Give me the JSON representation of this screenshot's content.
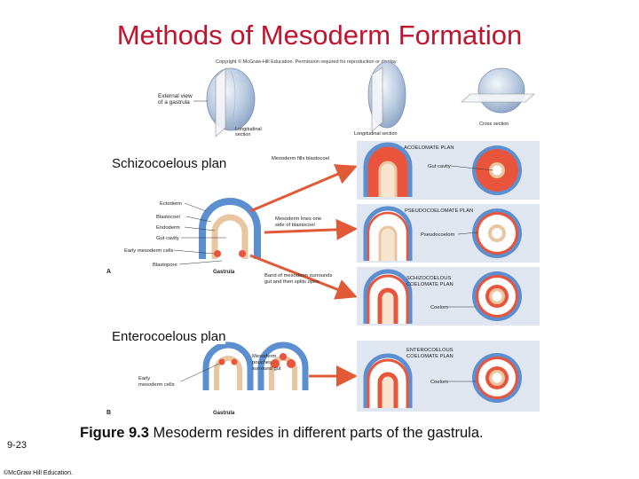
{
  "slide": {
    "title": "Methods of Mesoderm Formation",
    "schizo_heading": "Schizocoelous plan",
    "entero_heading": "Enterocoelous plan",
    "caption_bold": "Figure 9.3",
    "caption_text": " Mesoderm resides in different parts of the gastrula.",
    "slide_number": "9-23",
    "footer": "©McGraw Hill Education."
  },
  "figure": {
    "copyright": "Copyright © McGraw-Hill Education. Permission required for reproduction or display.",
    "external_view": "External view of a gastrula",
    "longitudinal_1": "Longitudinal section",
    "longitudinal_2": "Longitudinal section",
    "cross_section": "Cross section",
    "ectoderm": "Ectoderm",
    "blastocoel": "Blastocoel",
    "endoderm": "Endoderm",
    "gut_cavity": "Gut cavity",
    "early_mesoderm_cells": "Early mesoderm cells",
    "blastopore": "Blastopore",
    "panel_a": "A",
    "gastrula_a": "Gastrula",
    "mesoderm_fills": "Mesoderm fills blastocoel",
    "mesoderm_lines": "Mesoderm lines one side of blastocoel",
    "band_of_mesoderm": "Band of mesoderm surrounds gut and then splits open",
    "acoelomate_plan": "ACOELOMATE PLAN",
    "gut_cavity_label": "Gut cavity",
    "pseudocoelomate_plan": "PSEUDOCOELOMATE PLAN",
    "pseudocoelom": "Pseudocoelom",
    "schizocoelous_plan": "SCHIZOCOELOUS COELOMATE PLAN",
    "coelom_1": "Coelom",
    "early_mesoderm_cells_b": "Early mesoderm cells",
    "mesoderm_pouches": "Mesoderm pouches surround gut",
    "panel_b": "B",
    "gastrula_b": "Gastrula",
    "enterocoelous_plan": "ENTEROCOELOUS COELOMATE PLAN",
    "coelom_2": "Coelom"
  },
  "colors": {
    "title": "#c0142e",
    "ectoderm": "#5b8fd0",
    "endoderm": "#e9c5a0",
    "mesoderm": "#e8553c",
    "arrow": "#e05a38",
    "panel_bg": "#dfe6f0"
  }
}
